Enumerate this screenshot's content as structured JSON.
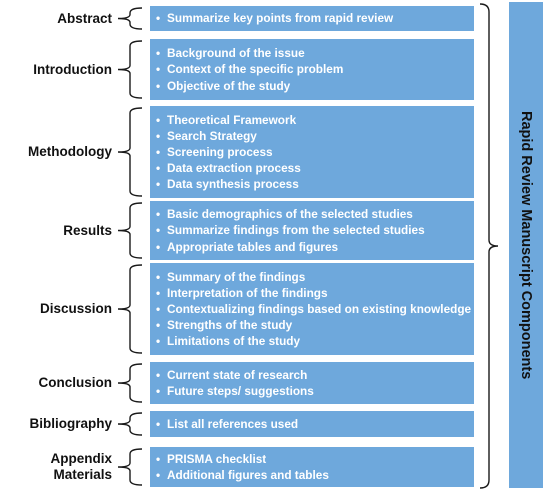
{
  "side_title": "Rapid Review Manuscript Components",
  "colors": {
    "box": "#6ea8dc",
    "box_text": "#ffffff",
    "label_text": "#111111",
    "bracket": "#1a1a1a"
  },
  "sections": [
    {
      "id": "abstract",
      "label": "Abstract",
      "items": [
        "Summarize key points from rapid review"
      ]
    },
    {
      "id": "introduction",
      "label": "Introduction",
      "items": [
        "Background of the issue",
        "Context of the specific problem",
        "Objective of the study"
      ]
    },
    {
      "id": "methodology",
      "label": "Methodology",
      "items": [
        "Theoretical Framework",
        "Search Strategy",
        "Screening process",
        "Data extraction process",
        "Data synthesis process"
      ]
    },
    {
      "id": "results",
      "label": "Results",
      "items": [
        "Basic demographics of the selected studies",
        "Summarize findings from the selected studies",
        "Appropriate tables and figures"
      ]
    },
    {
      "id": "discussion",
      "label": "Discussion",
      "items": [
        "Summary of the findings",
        "Interpretation of the findings",
        "Contextualizing findings based on existing knowledge",
        "Strengths of the study",
        "Limitations of the study"
      ]
    },
    {
      "id": "conclusion",
      "label": "Conclusion",
      "items": [
        "Current state of research",
        "Future steps/ suggestions"
      ]
    },
    {
      "id": "bibliography",
      "label": "Bibliography",
      "items": [
        "List all references used"
      ]
    },
    {
      "id": "appendix",
      "label": "Appendix\nMaterials",
      "items": [
        "PRISMA checklist",
        "Additional figures and tables"
      ]
    }
  ]
}
